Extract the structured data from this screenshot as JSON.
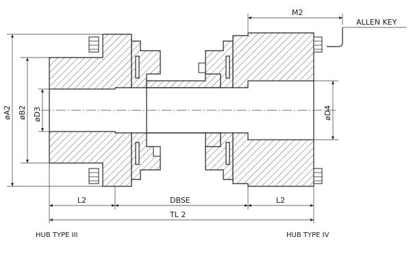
{
  "diagram": {
    "labels": {
      "m2": "M2",
      "allen_key": "ALLEN KEY",
      "a2": "øA2",
      "b2": "øB2",
      "d3": "øD3",
      "d4": "øD4",
      "l2_left": "L2",
      "dbse": "DBSE",
      "l2_right": "L2",
      "tl2": "TL 2",
      "hub_left": "HUB TYPE III",
      "hub_right": "HUB TYPE IV"
    }
  }
}
